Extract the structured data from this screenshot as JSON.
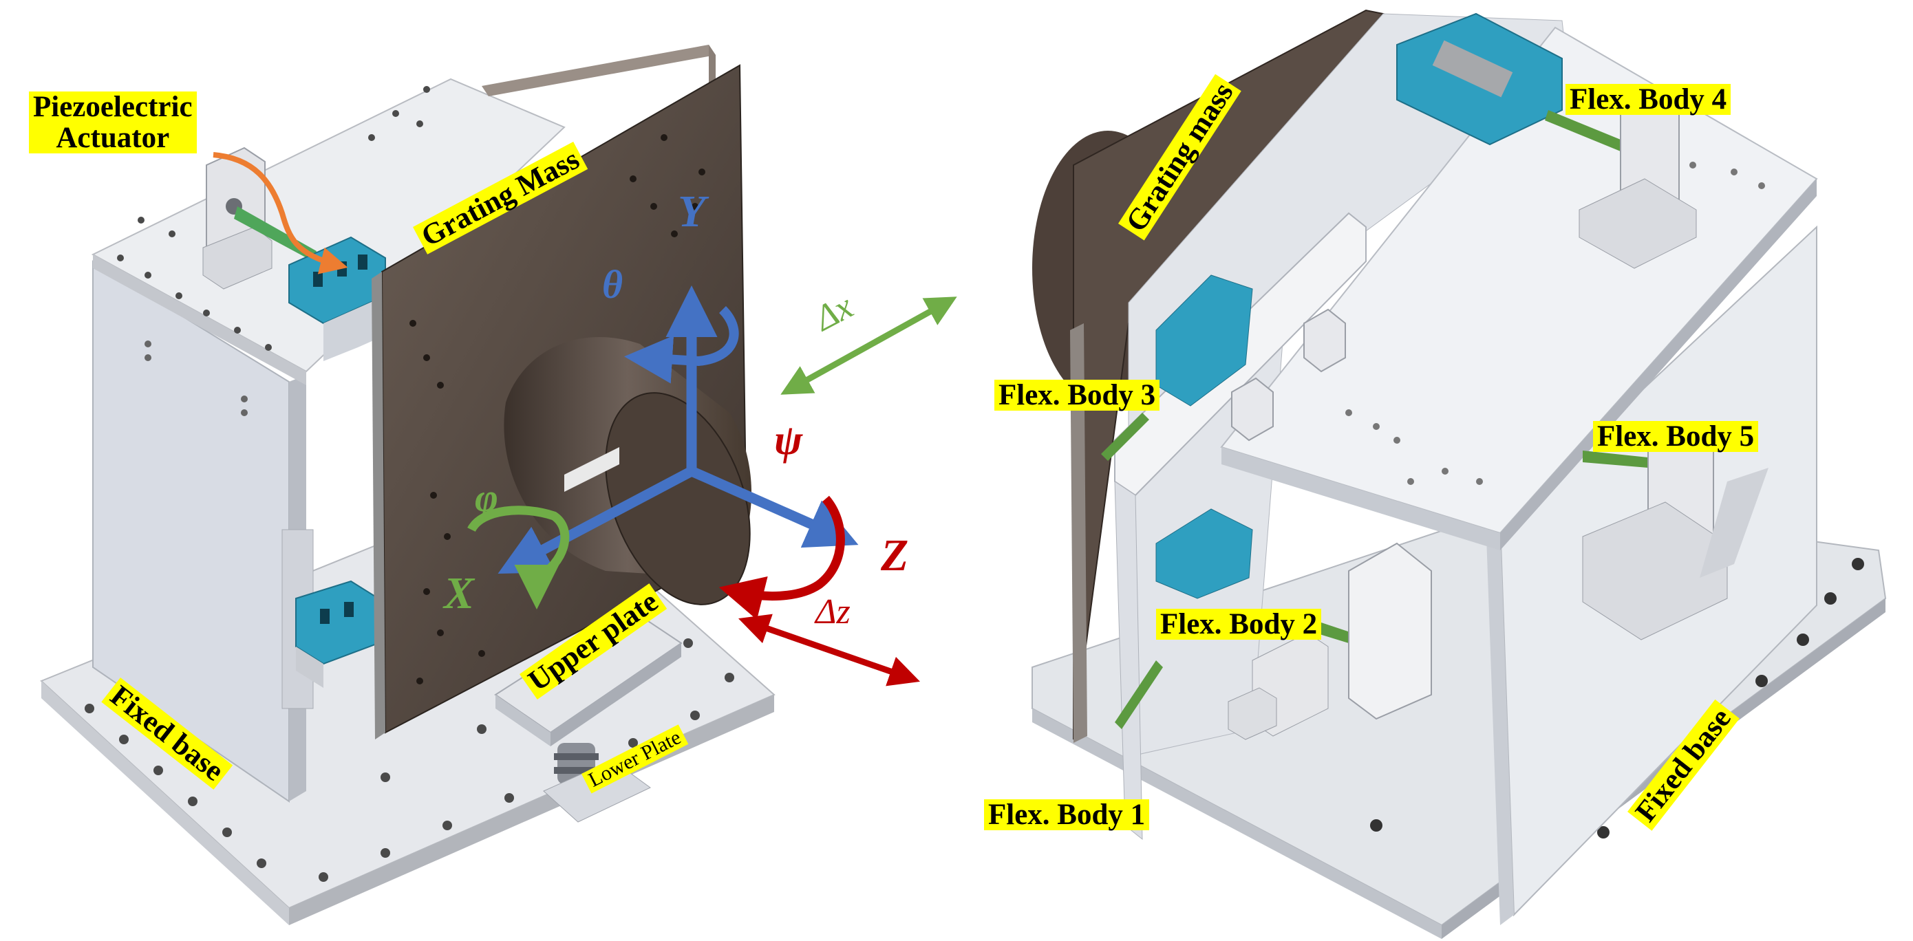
{
  "labels": {
    "piezo_line1": "Piezoelectric",
    "piezo_line2": "Actuator",
    "grating_mass_left": "Grating Mass",
    "upper_plate": "Upper plate",
    "lower_plate": "Lower Plate",
    "fixed_base_left": "Fixed base",
    "grating_mass_right": "Grating mass",
    "flex_body_1": "Flex. Body 1",
    "flex_body_2": "Flex. Body 2",
    "flex_body_3": "Flex. Body 3",
    "flex_body_4": "Flex. Body 4",
    "flex_body_5": "Flex. Body 5",
    "fixed_base_right": "Fixed base"
  },
  "axes": {
    "y": "Y",
    "theta": "θ",
    "psi": "ψ",
    "phi": "φ",
    "x": "X",
    "z": "Z",
    "delta_x": "Δx",
    "delta_z": "Δz"
  },
  "colors": {
    "axis_blue": "#4472c4",
    "rotation_green": "#70ad47",
    "rotation_red": "#c00000",
    "actuator_arrow": "#ed7d31",
    "highlight": "#ffff00",
    "block_teal": "#2f9fc0",
    "flexure_green": "#5c9a40"
  }
}
